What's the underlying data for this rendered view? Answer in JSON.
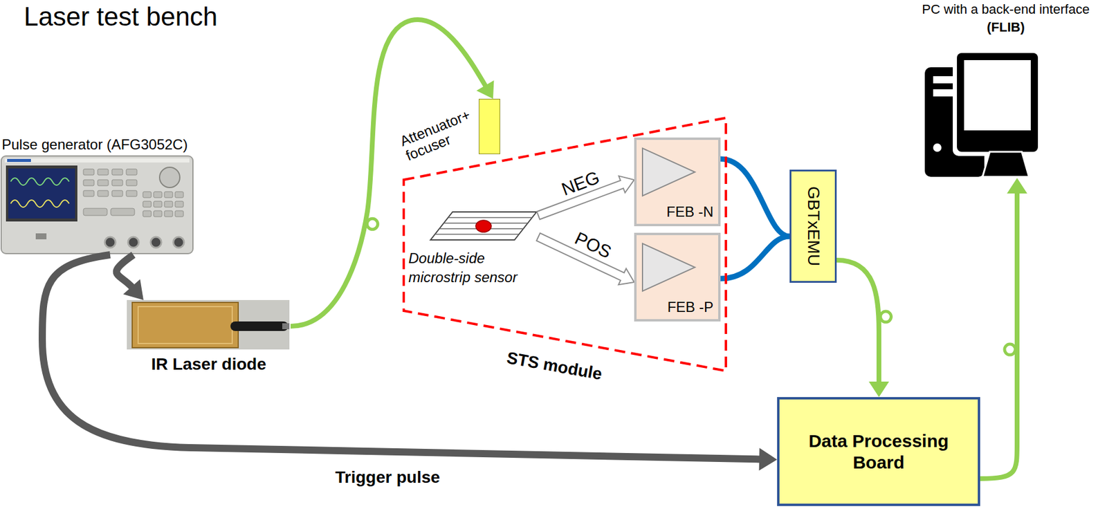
{
  "diagram": {
    "title": "Laser test bench",
    "nodes": [
      {
        "text": [
          "Pulse generator (AFG3052C)"
        ]
      },
      {
        "text": [
          "Attenuator+ focuser"
        ]
      },
      {
        "text": [
          "STS module"
        ]
      },
      {
        "text": [
          "Double-side microstrip sensor"
        ],
        "in": 2
      },
      {
        "text": [
          "FEB -N"
        ],
        "in": 2
      },
      {
        "text": [
          "FEB -P"
        ],
        "in": 2
      },
      {
        "text": [
          "GBTxEMU"
        ]
      },
      {
        "text": [
          "PC with a back-end interface",
          "(FLIB)"
        ]
      },
      {
        "text": [
          "IR Laser diode"
        ]
      },
      {
        "text": [
          "Data Processing Board"
        ]
      }
    ],
    "edges": [
      {
        "from": 0,
        "to": 8,
        "arrow": "to"
      },
      {
        "from": 0,
        "to": 9,
        "label": "Trigger pulse",
        "arrow": "to"
      },
      {
        "from": 8,
        "to": 1,
        "arrow": "to"
      },
      {
        "from": 3,
        "to": 4,
        "label": "NEG",
        "arrow": "to"
      },
      {
        "from": 3,
        "to": 5,
        "label": "POS",
        "arrow": "to"
      },
      {
        "from": 4,
        "to": 6,
        "arrow": "none"
      },
      {
        "from": 5,
        "to": 6,
        "arrow": "none"
      },
      {
        "from": 6,
        "to": 9,
        "arrow": "to"
      },
      {
        "from": 9,
        "to": 7,
        "arrow": "to"
      }
    ]
  }
}
